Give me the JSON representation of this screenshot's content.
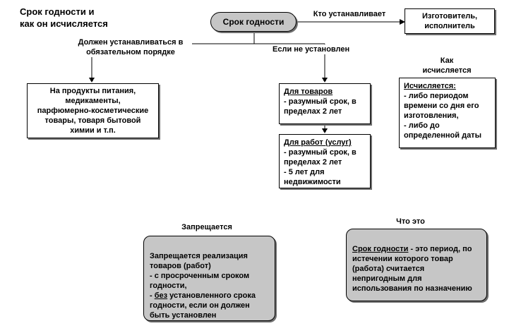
{
  "title": "Срок годности и\nкак он исчисляется",
  "root": {
    "label": "Срок годности"
  },
  "edges": {
    "who_sets": "Кто устанавливает",
    "mandatory": "Должен устанавливаться в\nобязательном порядке",
    "if_not_set": "Если не установлен",
    "how_calculated": "Как\nисчисляется",
    "forbidden": "Запрещается",
    "what": "Что это"
  },
  "boxes": {
    "manufacturer": "Изготовитель,\nисполнитель",
    "products": "На продукты питания,\nмедикаменты,\nпарфюмерно-косметические\nтовары,  товаря бытовой\nхимии и т.п.",
    "goods_title": "Для товаров",
    "goods_body": "- разумный срок,  в\nпределах 2 лет",
    "works_title": "Для работ (услуг)",
    "works_body": "- разумный срок,  в\nпределах 2 лет\n-  5 лет для\nнедвижимости",
    "calculated_title": "Исчисляется:",
    "calculated_body": "- либо периодом\nвремени со дня его\nизготовления,\n- либо до\nопределенной даты",
    "forbidden_pre": "Запрещается  реализация\nтоваров (работ)\n- с просроченным сроком\nгодности,\n- ",
    "forbidden_underlined": "без",
    "forbidden_post": " установленного срока\nгодности, если он должен\nбыть установлен",
    "what_underlined": "Срок годности",
    "what_post": " - это период, по\nистечении которого товар\n(работа) считается\nнепригодным для\nиспользования по назначению"
  },
  "colors": {
    "node_fill": "#c6c6c6",
    "box_fill": "#ffffff",
    "shadow": "#6e6e6e",
    "line": "#000000"
  }
}
